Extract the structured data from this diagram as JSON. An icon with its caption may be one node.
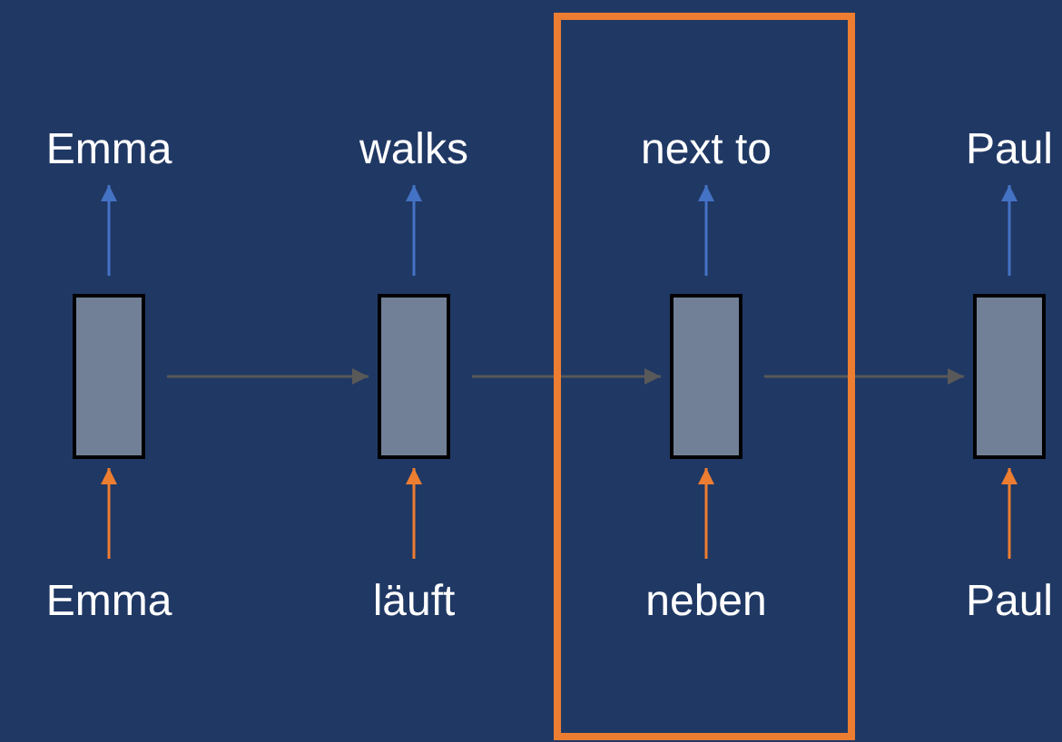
{
  "diagram": {
    "nodes": [
      {
        "text": [],
        "shape": "box"
      },
      {
        "text": [
          "Emma"
        ]
      },
      {
        "text": [
          "walks"
        ]
      },
      {
        "text": [
          "next to"
        ],
        "in": 0
      },
      {
        "text": [
          "Paul"
        ]
      },
      {
        "text": [],
        "shape": "box"
      },
      {
        "text": [],
        "shape": "box"
      },
      {
        "text": [],
        "shape": "box",
        "in": 0
      },
      {
        "text": [],
        "shape": "box"
      },
      {
        "text": [
          "Emma"
        ]
      },
      {
        "text": [
          "läuft"
        ]
      },
      {
        "text": [
          "neben"
        ],
        "in": 0
      },
      {
        "text": [
          "Paul"
        ]
      }
    ],
    "edges": [
      {
        "from": 9,
        "to": 5,
        "arrow": "to",
        "color": "#ed7d31"
      },
      {
        "from": 10,
        "to": 6,
        "arrow": "to",
        "color": "#ed7d31"
      },
      {
        "from": 11,
        "to": 7,
        "arrow": "to",
        "color": "#ed7d31"
      },
      {
        "from": 12,
        "to": 8,
        "arrow": "to",
        "color": "#ed7d31"
      },
      {
        "from": 5,
        "to": 1,
        "arrow": "to",
        "color": "#4472c4"
      },
      {
        "from": 6,
        "to": 2,
        "arrow": "to",
        "color": "#4472c4"
      },
      {
        "from": 7,
        "to": 3,
        "arrow": "to",
        "color": "#4472c4"
      },
      {
        "from": 8,
        "to": 4,
        "arrow": "to",
        "color": "#4472c4"
      },
      {
        "from": 5,
        "to": 6,
        "arrow": "to",
        "color": "#595959"
      },
      {
        "from": 6,
        "to": 7,
        "arrow": "to",
        "color": "#595959"
      },
      {
        "from": 7,
        "to": 8,
        "arrow": "to",
        "color": "#595959"
      }
    ]
  }
}
